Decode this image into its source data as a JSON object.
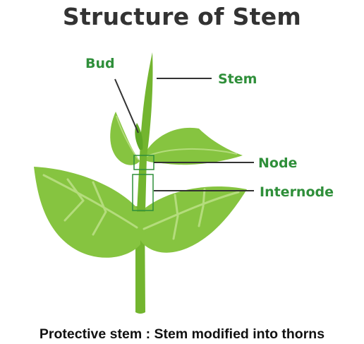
{
  "title": "Structure of Stem",
  "labels": {
    "bud": "Bud",
    "stem": "Stem",
    "node": "Node",
    "internode": "Internode"
  },
  "caption": "Protective stem : Stem modified into thorns",
  "colors": {
    "label_green": "#2f8f3a",
    "leaf_green": "#86c440",
    "leaf_vein": "#b4dc7c",
    "stem_green": "#73b52f",
    "title_gray": "#333333"
  }
}
